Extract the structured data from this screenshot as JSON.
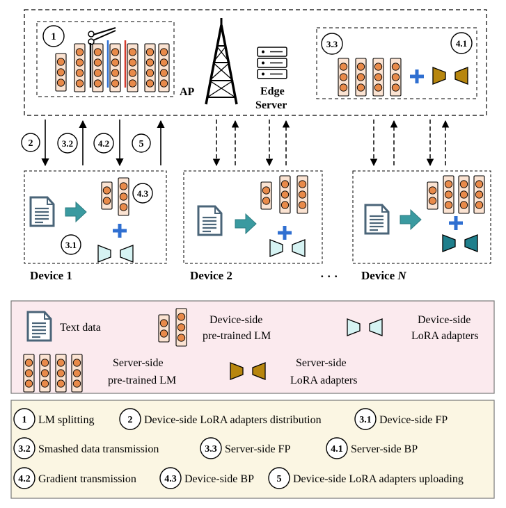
{
  "labels": {
    "ap": "AP",
    "edge_server_1": "Edge",
    "edge_server_2": "Server",
    "device1": "Device 1",
    "device2": "Device 2",
    "ellipsis": "· · ·",
    "deviceN_prefix": "Device ",
    "deviceN_suffix": "N"
  },
  "step_badges": {
    "s1": "1",
    "s2": "2",
    "s3_1": "3.1",
    "s3_2": "3.2",
    "s3_3": "3.3",
    "s4_1": "4.1",
    "s4_2": "4.2",
    "s4_3": "4.3",
    "s5": "5"
  },
  "legend": {
    "text_data": "Text data",
    "device_lm_1": "Device-side",
    "device_lm_2": "pre-trained LM",
    "device_lora_1": "Device-side",
    "device_lora_2": "LoRA adapters",
    "server_lm_1": "Server-side",
    "server_lm_2": "pre-trained LM",
    "server_lora_1": "Server-side",
    "server_lora_2": "LoRA adapters"
  },
  "steps": [
    {
      "badge": "1",
      "text": "LM splitting"
    },
    {
      "badge": "2",
      "text": "Device-side LoRA adapters distribution"
    },
    {
      "badge": "3.1",
      "text": "Device-side FP"
    },
    {
      "badge": "3.2",
      "text": "Smashed data transmission"
    },
    {
      "badge": "3.3",
      "text": "Server-side FP"
    },
    {
      "badge": "4.1",
      "text": "Server-side BP"
    },
    {
      "badge": "4.2",
      "text": "Gradient transmission"
    },
    {
      "badge": "4.3",
      "text": "Device-side BP"
    },
    {
      "badge": "5",
      "text": "Device-side LoRA adapters uploading"
    }
  ],
  "colors": {
    "neuron_fill": "#e88a4a",
    "layer_fill": "#fbe3d2",
    "device_lora": "#d6f3f3",
    "device_lora_dark": "#1f7f8c",
    "server_lora": "#b7860e",
    "plus": "#2f6fd1",
    "arrow_teal": "#3a9aa0",
    "doc": "#4a6478",
    "legend_bg": "#fbeaee",
    "steps_bg": "#fbf6e3"
  }
}
